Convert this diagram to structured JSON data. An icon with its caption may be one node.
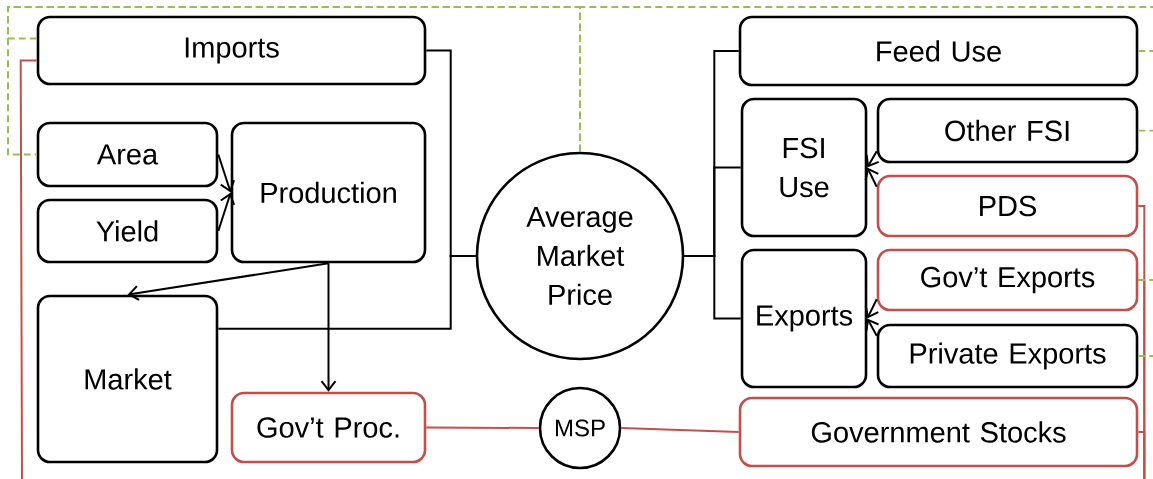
{
  "diagram": {
    "nodes": [
      {
        "text": [
          "Imports"
        ]
      },
      {
        "text": [
          "Area"
        ]
      },
      {
        "text": [
          "Yield"
        ]
      },
      {
        "text": [
          "Production"
        ]
      },
      {
        "text": [
          "Market"
        ]
      },
      {
        "text": [
          "Gov’t Proc."
        ]
      },
      {
        "text": [
          "Average Market Price"
        ]
      },
      {
        "text": [
          "MSP"
        ]
      },
      {
        "text": [
          "Feed Use"
        ]
      },
      {
        "text": [
          "FSI Use"
        ]
      },
      {
        "text": [
          "Other FSI"
        ]
      },
      {
        "text": [
          "PDS"
        ]
      },
      {
        "text": [
          "Exports"
        ]
      },
      {
        "text": [
          "Gov’t Exports"
        ]
      },
      {
        "text": [
          "Private Exports"
        ]
      },
      {
        "text": [
          "Government Stocks"
        ]
      }
    ],
    "edges": [
      {
        "from": 1,
        "to": 3,
        "arrow": "to"
      },
      {
        "from": 2,
        "to": 3,
        "arrow": "to"
      },
      {
        "from": 3,
        "to": 4,
        "arrow": "to"
      },
      {
        "from": 3,
        "to": 5,
        "arrow": "to"
      },
      {
        "from": 0,
        "to": 6,
        "arrow": "none"
      },
      {
        "from": 4,
        "to": 6,
        "arrow": "none"
      },
      {
        "from": 6,
        "to": 8,
        "arrow": "none"
      },
      {
        "from": 6,
        "to": 9,
        "arrow": "none"
      },
      {
        "from": 6,
        "to": 12,
        "arrow": "none"
      },
      {
        "from": 10,
        "to": 9,
        "arrow": "to"
      },
      {
        "from": 11,
        "to": 9,
        "arrow": "to"
      },
      {
        "from": 13,
        "to": 12,
        "arrow": "to"
      },
      {
        "from": 14,
        "to": 12,
        "arrow": "to"
      },
      {
        "from": 5,
        "to": 7,
        "arrow": "none",
        "color": "#c0504d"
      },
      {
        "from": 7,
        "to": 15,
        "arrow": "none",
        "color": "#c0504d"
      },
      {
        "from": 0,
        "to": null,
        "arrow": "none",
        "color": "#c0504d"
      },
      {
        "from": 11,
        "to": null,
        "arrow": "none",
        "color": "#c0504d"
      },
      {
        "from": 13,
        "to": null,
        "arrow": "none",
        "color": "#c0504d"
      },
      {
        "from": 15,
        "to": null,
        "arrow": "none",
        "color": "#c0504d"
      },
      {
        "from": 6,
        "to": 0,
        "arrow": "none",
        "style": "dashed",
        "color": "#9bbb59"
      },
      {
        "from": 6,
        "to": 1,
        "arrow": "none",
        "style": "dashed",
        "color": "#9bbb59"
      },
      {
        "from": 6,
        "to": null,
        "arrow": "none",
        "style": "dashed",
        "color": "#9bbb59"
      },
      {
        "from": 8,
        "to": null,
        "arrow": "none",
        "style": "dashed",
        "color": "#9bbb59"
      },
      {
        "from": 10,
        "to": null,
        "arrow": "none",
        "style": "dashed",
        "color": "#9bbb59"
      },
      {
        "from": 13,
        "to": null,
        "arrow": "none",
        "style": "dashed",
        "color": "#9bbb59"
      },
      {
        "from": 14,
        "to": null,
        "arrow": "none",
        "style": "dashed",
        "color": "#9bbb59"
      }
    ]
  }
}
